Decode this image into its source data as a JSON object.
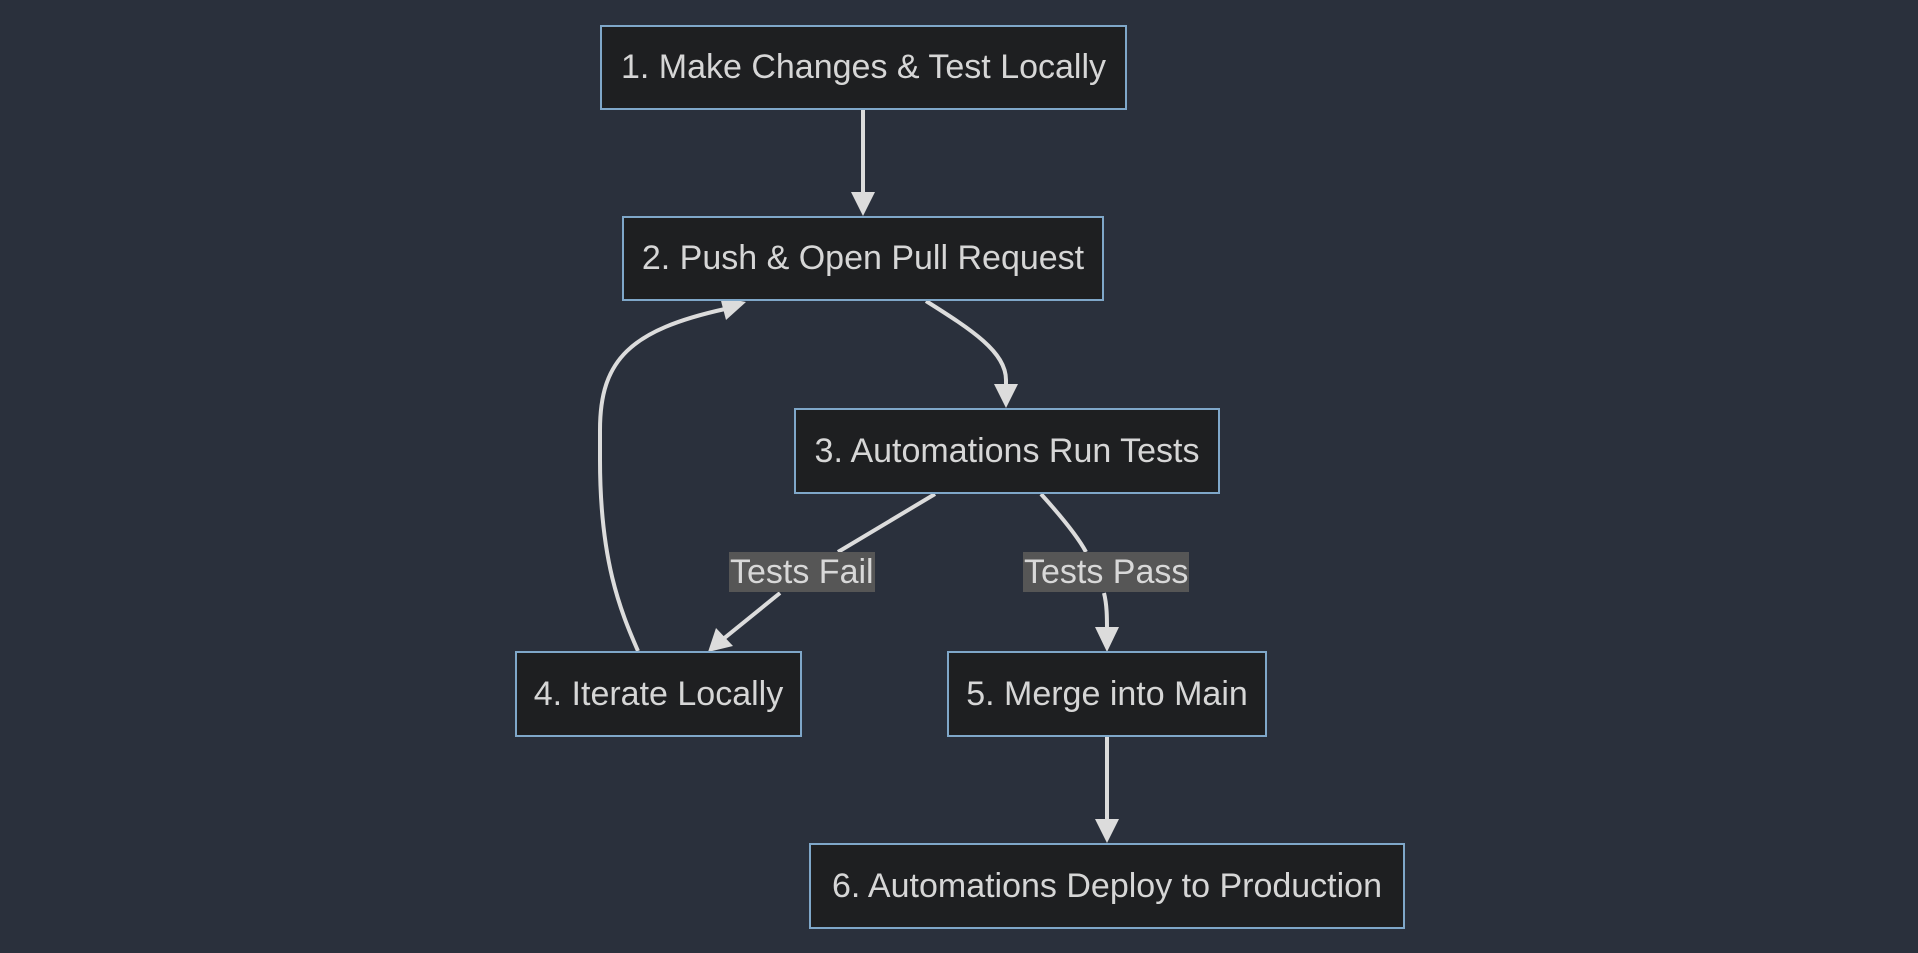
{
  "diagram": {
    "type": "flowchart",
    "colors": {
      "background": "#2a303c",
      "node_fill": "#1e1f21",
      "node_border": "#7fa7c9",
      "text": "#d6d6d6",
      "edge": "#dcdcdc",
      "edge_label_bg": "#565656"
    },
    "nodes": [
      {
        "id": "n1",
        "label": "1. Make Changes & Test Locally"
      },
      {
        "id": "n2",
        "label": "2. Push & Open Pull Request"
      },
      {
        "id": "n3",
        "label": "3. Automations Run Tests"
      },
      {
        "id": "n4",
        "label": "4. Iterate Locally"
      },
      {
        "id": "n5",
        "label": "5. Merge into Main"
      },
      {
        "id": "n6",
        "label": "6. Automations Deploy to Production"
      }
    ],
    "edges": [
      {
        "from": "n1",
        "to": "n2",
        "label": ""
      },
      {
        "from": "n2",
        "to": "n3",
        "label": ""
      },
      {
        "from": "n3",
        "to": "n4",
        "label": "Tests Fail"
      },
      {
        "from": "n3",
        "to": "n5",
        "label": "Tests Pass"
      },
      {
        "from": "n4",
        "to": "n2",
        "label": ""
      },
      {
        "from": "n5",
        "to": "n6",
        "label": ""
      }
    ]
  }
}
